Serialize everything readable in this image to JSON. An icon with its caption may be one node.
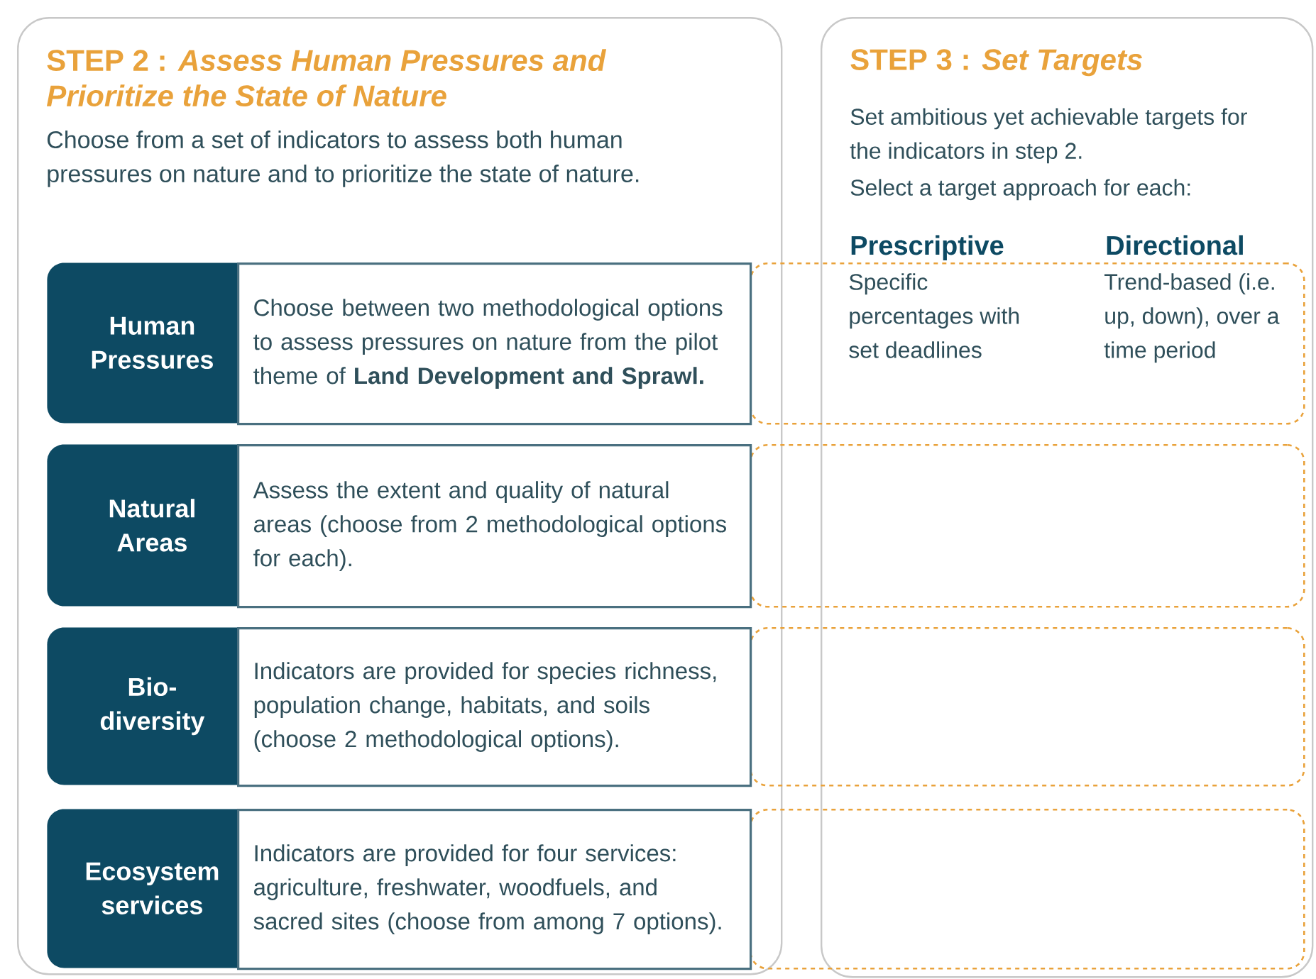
{
  "diagram": {
    "nodes": [
      {
        "text": [
          "STEP 2 : *Assess Human Pressures and Prioritize the State of Nature*",
          "Choose from a set of indicators to assess both human pressures on nature and to prioritize the state of nature."
        ]
      },
      {
        "text": [
          "Human Pressures"
        ],
        "in": 0
      },
      {
        "text": [
          "Choose between two methodological options to assess pressures on nature from the pilot theme of **Land Development and Sprawl.**"
        ],
        "in": 0
      },
      {
        "text": [
          "Natural Areas"
        ],
        "in": 0
      },
      {
        "text": [
          "Assess the extent and quality of natural areas (choose from 2 methodological options for each)."
        ],
        "in": 0
      },
      {
        "text": [
          "Bio-diversity"
        ],
        "in": 0
      },
      {
        "text": [
          "Indicators are provided for species richness, population change, habitats, and soils (choose 2 methodological options)."
        ],
        "in": 0
      },
      {
        "text": [
          "Ecosystem services"
        ],
        "in": 0
      },
      {
        "text": [
          "Indicators are provided for four services: agriculture, freshwater, woodfuels, and sacred sites (choose from among 7 options)."
        ],
        "in": 0
      },
      {
        "text": [
          "STEP 3 : *Set Targets*",
          "Set ambitious yet achievable targets for the indicators in step 2.",
          "Select a target approach for each:",
          "Prescriptive",
          "Directional"
        ]
      },
      {
        "text": [
          "Specific percentages with set deadlines",
          "Trend-based (i.e. up, down), over a time period"
        ]
      },
      {
        "text": [],
        "shape": "box"
      },
      {
        "text": [],
        "shape": "box"
      },
      {
        "text": [],
        "shape": "box"
      }
    ]
  }
}
